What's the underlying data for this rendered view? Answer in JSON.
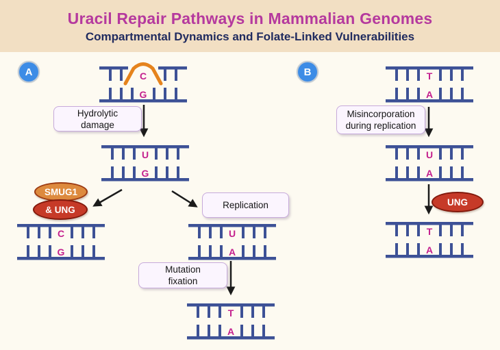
{
  "header": {
    "title": "Uracil Repair Pathways in Mammalian Genomes",
    "subtitle": "Compartmental Dynamics and Folate-Linked Vulnerabilities"
  },
  "colors": {
    "header_bg": "#f2dfc3",
    "canvas_bg": "#fdfaf1",
    "title": "#b5399e",
    "subtitle": "#202b5f",
    "strand": "#3d5196",
    "base_letter": "#c4208e",
    "damage_arc": "#e5831d",
    "smug1_fill": "#dd8a3e",
    "ung_fill": "#c63a28",
    "badge_fill": "#3d8ce6",
    "label_box_fill": "#fbf5fe",
    "label_box_border": "#c7aadb",
    "arrow": "#1b1b1b"
  },
  "panel_a": {
    "badge": "A",
    "steps": {
      "hydrolytic_damage": [
        "Hydrolytic",
        "damage"
      ],
      "replication": [
        "Replication"
      ],
      "mutation_fixation": [
        "Mutation",
        "fixation"
      ]
    },
    "enzymes": {
      "smug1": "SMUG1",
      "and_ung": "& UNG"
    },
    "dna": [
      {
        "top_base": "C",
        "bottom_base": "G",
        "damage_arc": true
      },
      {
        "top_base": "U",
        "bottom_base": "G",
        "damage_arc": false
      },
      {
        "top_base": "C",
        "bottom_base": "G",
        "damage_arc": false
      },
      {
        "top_base": "U",
        "bottom_base": "A",
        "damage_arc": false
      },
      {
        "top_base": "T",
        "bottom_base": "A",
        "damage_arc": false
      }
    ]
  },
  "panel_b": {
    "badge": "B",
    "steps": {
      "misincorporation": [
        "Misincorporation",
        "during replication"
      ]
    },
    "enzymes": {
      "ung": "UNG"
    },
    "dna": [
      {
        "top_base": "T",
        "bottom_base": "A",
        "damage_arc": false
      },
      {
        "top_base": "U",
        "bottom_base": "A",
        "damage_arc": false
      },
      {
        "top_base": "T",
        "bottom_base": "A",
        "damage_arc": false
      }
    ]
  }
}
